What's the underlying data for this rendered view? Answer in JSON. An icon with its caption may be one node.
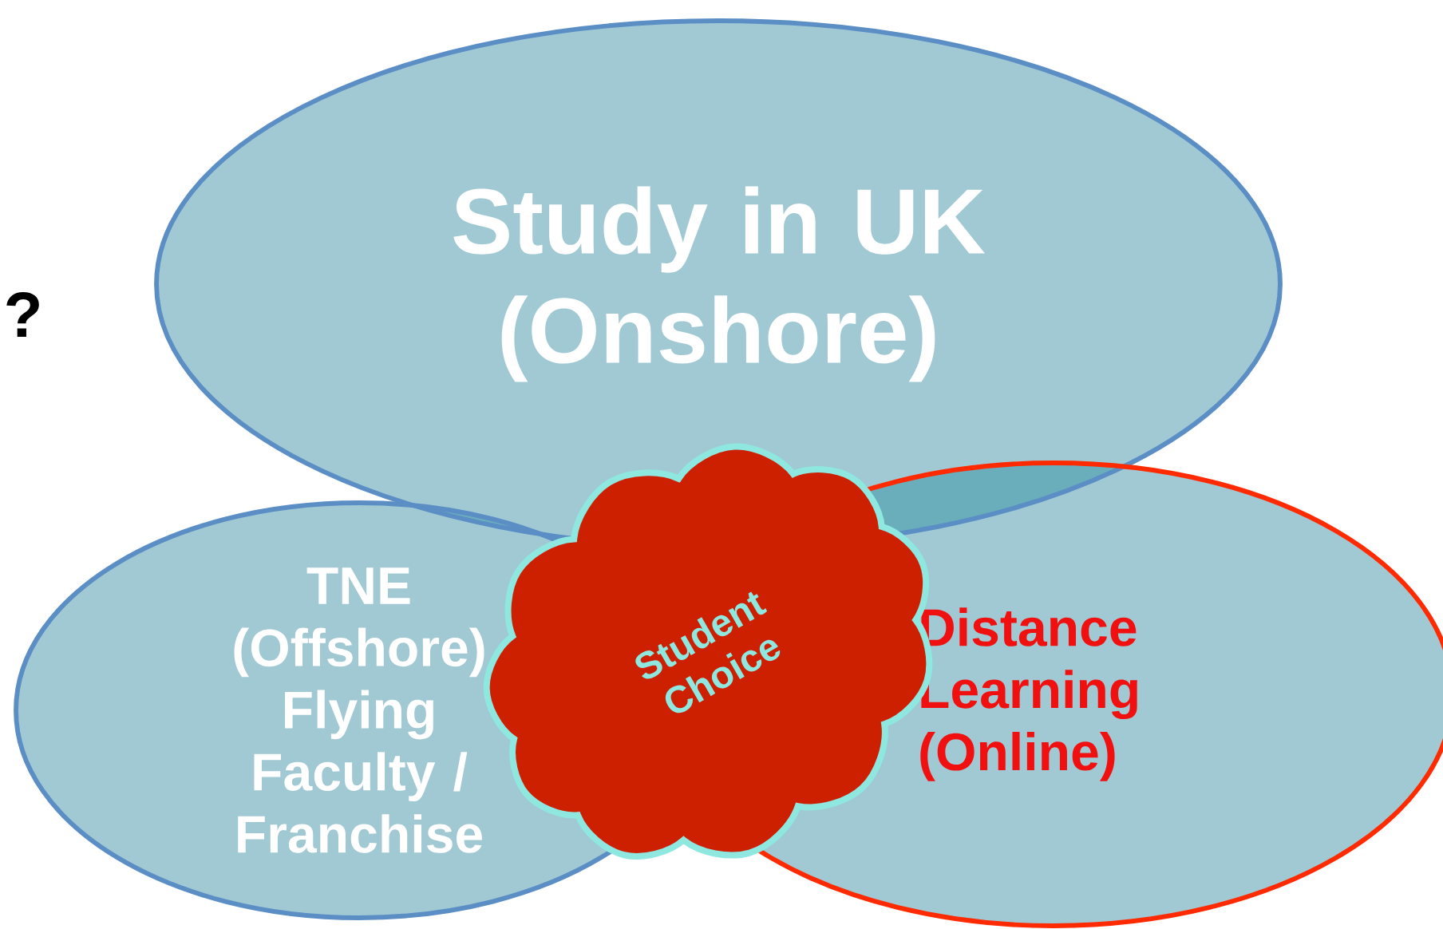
{
  "diagram": {
    "nodes": [
      {
        "text": [
          "Study in UK (Onshore)"
        ]
      },
      {
        "text": [
          "TNE (Offshore) Flying Faculty / Franchise"
        ]
      },
      {
        "text": [
          "Distance Learning (Online)"
        ]
      },
      {
        "text": [
          "Student Choice"
        ]
      }
    ],
    "labels": [
      "?"
    ]
  }
}
